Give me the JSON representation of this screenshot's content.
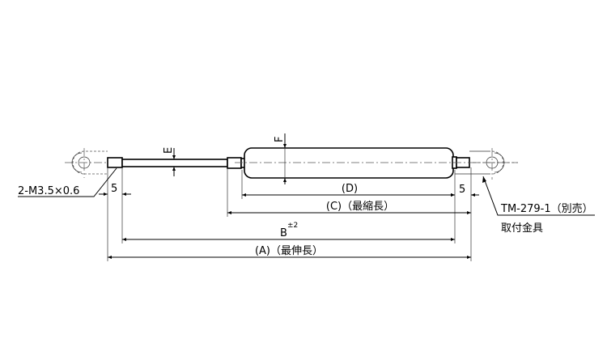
{
  "labels": {
    "thread": "2-M3.5×0.6",
    "end_left": "5",
    "end_right": "5",
    "e": "E",
    "f": "F",
    "d": "(D)",
    "c": "(C)（最縮長）",
    "b": "B",
    "b_tol": "±2",
    "a": "(A)（最伸長）",
    "bracket_part": "TM-279-1（別売）",
    "bracket_name": "取付金具"
  }
}
